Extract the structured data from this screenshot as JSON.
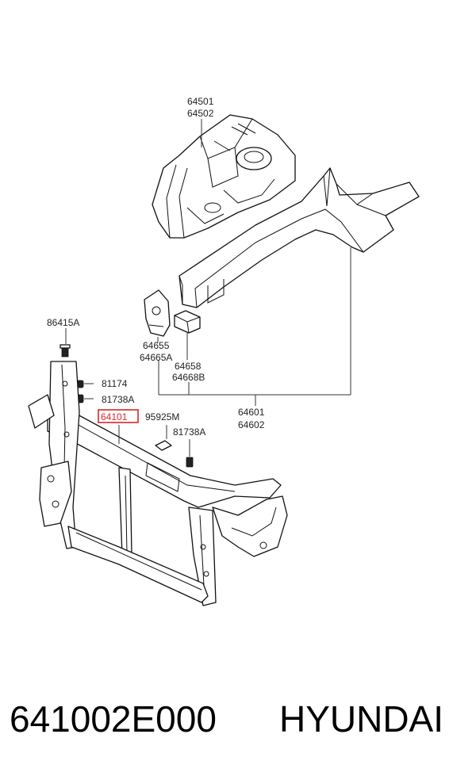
{
  "labels": {
    "p64501": "64501",
    "p64502": "64502",
    "p86415A": "86415A",
    "p64655": "64655",
    "p64665A": "64665A",
    "p64658": "64658",
    "p64668B": "64668B",
    "p81174": "81174",
    "p81738A_1": "81738A",
    "p64101": "64101",
    "p95925M": "95925M",
    "p81738A_2": "81738A",
    "p64601": "64601",
    "p64602": "64602"
  },
  "highlight_color": "#d62828",
  "footer": {
    "part_number": "641002E000",
    "brand": "HYUNDAI"
  }
}
